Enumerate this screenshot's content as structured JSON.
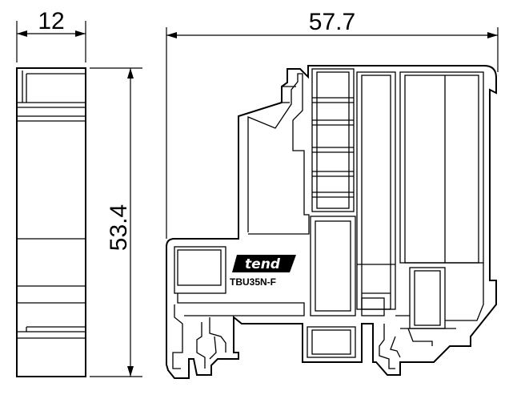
{
  "dimensions": {
    "width_side": "12",
    "width_front": "57.7",
    "height": "53.4"
  },
  "part": {
    "brand": "tend",
    "model": "TBU35N-F"
  }
}
